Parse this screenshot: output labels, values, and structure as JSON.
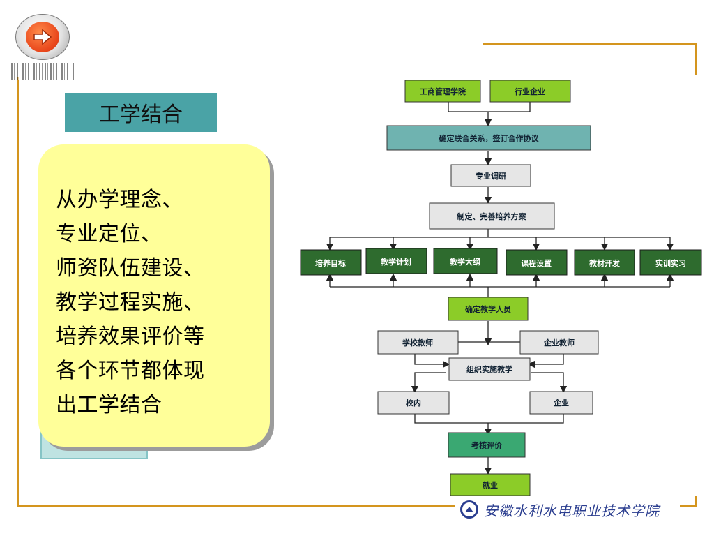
{
  "nav": {
    "icon": "arrow-right-icon"
  },
  "title": "工学结合",
  "callout_lines": [
    "从办学理念、",
    "专业定位、",
    "师资队伍建设、",
    "教学过程实施、",
    "培养效果评价等",
    "各个环节都体现",
    "出工学结合"
  ],
  "flowchart": {
    "top_left": "工商管理学院",
    "top_right": "行业企业",
    "agreement": "确定联合关系，签订合作协议",
    "research": "专业调研",
    "plan": "制定、完善培养方案",
    "elements": [
      "培养目标",
      "教学计划",
      "教学大纲",
      "课程设置",
      "教材开发",
      "实训实习"
    ],
    "staff": "确定教学人员",
    "school_teacher": "学校教师",
    "company_teacher": "企业教师",
    "organize": "组织实施教学",
    "on_campus": "校内",
    "enterprise": "企业",
    "assessment": "考核评价",
    "employment": "就业"
  },
  "footer": {
    "school_name": "安徽水利水电职业技术学院"
  },
  "colors": {
    "frame": "#d4951e",
    "green_box": "#8ccc28",
    "dark_green_box": "#2e6b2e",
    "teal_box": "#6fb3b0",
    "gray_box": "#e6e6e6",
    "sea_green_box": "#3aa872"
  }
}
